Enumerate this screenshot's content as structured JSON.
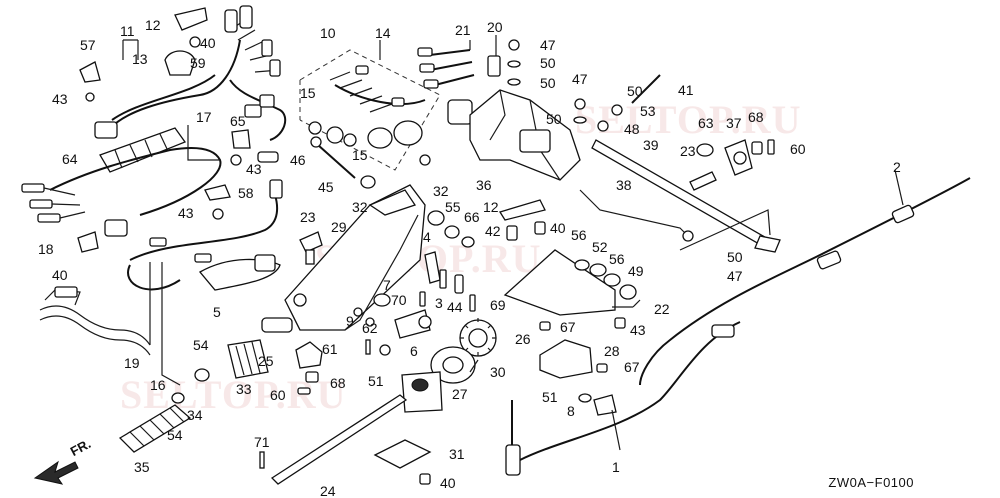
{
  "diagram": {
    "code": "ZW0A−F0100",
    "front_label": "FR.",
    "watermarks": [
      "SELTOP.RU",
      "SELTOP.RU",
      "SELTOP.RU"
    ],
    "callouts": [
      "1",
      "2",
      "3",
      "4",
      "5",
      "6",
      "7",
      "8",
      "9",
      "10",
      "11",
      "12",
      "12",
      "13",
      "14",
      "15",
      "15",
      "16",
      "17",
      "18",
      "19",
      "20",
      "21",
      "22",
      "23",
      "23",
      "24",
      "25",
      "26",
      "27",
      "28",
      "29",
      "30",
      "31",
      "32",
      "32",
      "33",
      "34",
      "35",
      "36",
      "37",
      "38",
      "39",
      "40",
      "40",
      "40",
      "40",
      "41",
      "42",
      "43",
      "43",
      "43",
      "43",
      "44",
      "45",
      "46",
      "47",
      "47",
      "47",
      "48",
      "49",
      "50",
      "50",
      "50",
      "50",
      "50",
      "51",
      "51",
      "52",
      "53",
      "54",
      "54",
      "55",
      "56",
      "56",
      "57",
      "58",
      "59",
      "60",
      "60",
      "61",
      "62",
      "63",
      "64",
      "65",
      "66",
      "67",
      "67",
      "68",
      "68",
      "69",
      "70",
      "71"
    ]
  }
}
